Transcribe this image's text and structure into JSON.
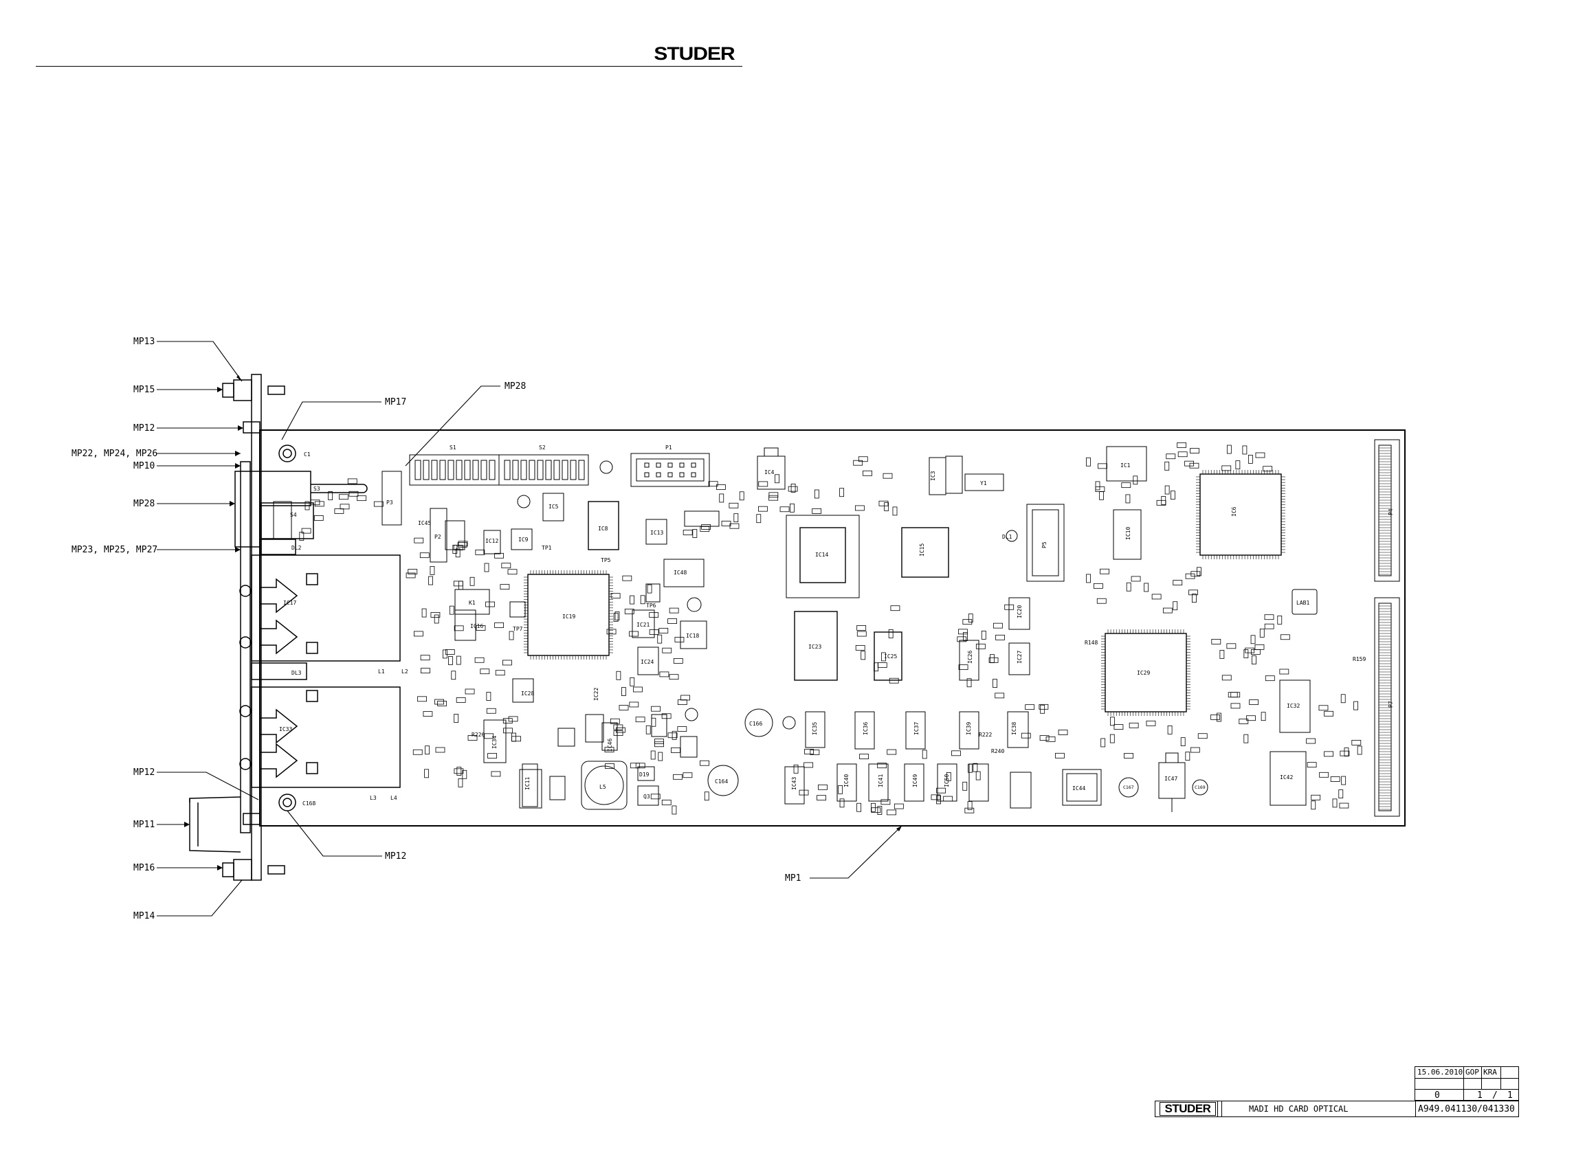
{
  "header": {
    "brand": "STUDER"
  },
  "callouts": {
    "MP13": "MP13",
    "MP15": "MP15",
    "MP12a": "MP12",
    "MP17": "MP17",
    "MP22": "MP22, MP24, MP26",
    "MP10": "MP10",
    "MP28a": "MP28",
    "MP23": "MP23, MP25, MP27",
    "MP12b": "MP12",
    "MP11": "MP11",
    "MP16": "MP16",
    "MP14": "MP14",
    "MP28b": "MP28",
    "MP12c": "MP12",
    "MP1": "MP1"
  },
  "components": {
    "S1": "S1",
    "S2": "S2",
    "P1": "P1",
    "P2": "P2",
    "P3": "P3",
    "S3": "S3",
    "S4": "S4",
    "DL1": "DL1",
    "DL2": "DL2",
    "DL3": "DL3",
    "IC17": "IC17",
    "IC33": "IC33",
    "IC19": "IC19",
    "IC14": "IC14",
    "IC15": "IC15",
    "IC23": "IC23",
    "IC25": "IC25",
    "IC29": "IC29",
    "IC6": "IC6",
    "IC1": "IC1",
    "IC10": "IC10",
    "IC32": "IC32",
    "IC42": "IC42",
    "IC44": "IC44",
    "IC47": "IC47",
    "IC48": "IC48",
    "IC8": "IC8",
    "IC3": "IC3",
    "IC4": "IC4",
    "IC18": "IC18",
    "IC24": "IC24",
    "IC21": "IC21",
    "IC20": "IC20",
    "IC27": "IC27",
    "IC26": "IC26",
    "IC34": "IC34",
    "IC45": "IC45",
    "IC46": "IC46",
    "IC43": "IC43",
    "IC36": "IC36",
    "IC37": "IC37",
    "IC35": "IC35",
    "IC13": "IC13",
    "IC9": "IC9",
    "IC12": "IC12",
    "IC5": "IC5",
    "IC16": "IC16",
    "IC11": "IC11",
    "IC28": "IC28",
    "IC22": "IC22",
    "IC38": "IC38",
    "IC39": "IC39",
    "IC40": "IC40",
    "IC41": "IC41",
    "IC49": "IC49",
    "IC50": "IC50",
    "K1": "K1",
    "Y1": "Y1",
    "L1": "L1",
    "L2": "L2",
    "L3": "L3",
    "L4": "L4",
    "L5": "L5",
    "C164": "C164",
    "C166": "C166",
    "C167": "C167",
    "C168": "C168",
    "C169": "C169",
    "C1": "C1",
    "LAB1": "LAB1",
    "P4": "P4",
    "P7": "P7",
    "P5": "P5",
    "R148": "R148",
    "R159": "R159",
    "R240": "R240",
    "R222": "R222",
    "R226": "R226",
    "D19": "D19",
    "Q3": "Q3",
    "TP1": "TP1",
    "TP5": "TP5",
    "TP6": "TP6",
    "TP7": "TP7"
  },
  "title_block": {
    "date": "15.06.2010",
    "drawn": "GOP",
    "checked": "KRA",
    "index": "0",
    "sheet": "1",
    "sheet_sep": "/",
    "sheets": "1",
    "company": "STUDER",
    "title": "MADI HD CARD OPTICAL",
    "drawing_no": "A949.041130/041330"
  }
}
